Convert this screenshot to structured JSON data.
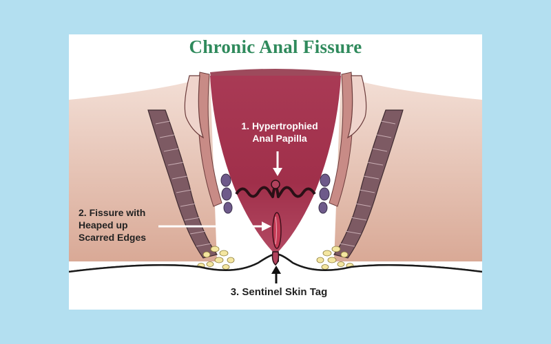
{
  "title": "Chronic Anal Fissure",
  "labels": {
    "papilla": [
      "1. Hypertrophied",
      "Anal Papilla"
    ],
    "fissure": [
      "2. Fissure with",
      "Heaped up",
      "Scarred Edges"
    ],
    "skin_tag": "3. Sentinel Skin Tag"
  },
  "colors": {
    "page_bg": "#b3dff0",
    "title": "#2f8a5c",
    "canal": "#9b2d44",
    "tissue": "#e2b7a3",
    "muscle": "#7d5a63",
    "fat": "#f4e6a0"
  }
}
